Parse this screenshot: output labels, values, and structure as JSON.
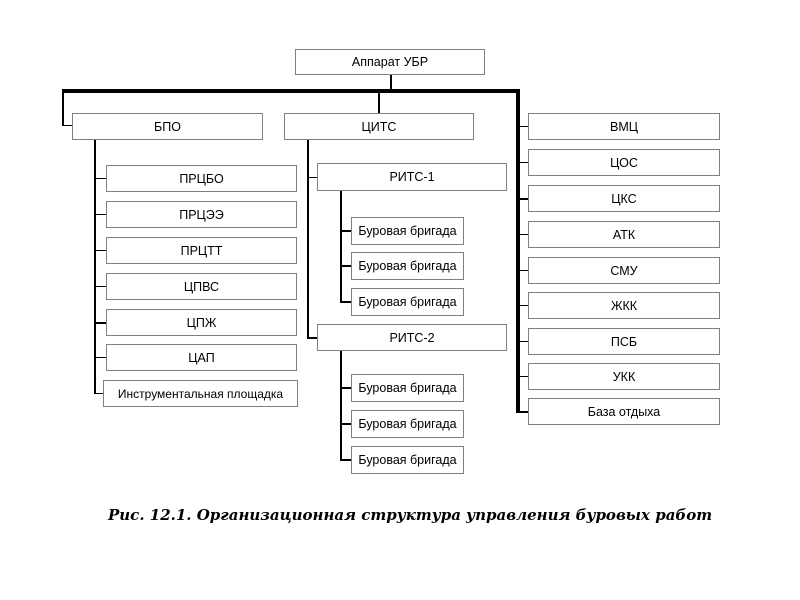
{
  "colors": {
    "background": "#ffffff",
    "box_border": "#808080",
    "connector_line": "#000000",
    "text": "#000000"
  },
  "chart": {
    "root": {
      "label": "Аппарат УБР"
    },
    "bpo": {
      "label": "БПО",
      "children": [
        "ПРЦБО",
        "ПРЦЭЭ",
        "ПРЦТТ",
        "ЦПВС",
        "ЦПЖ",
        "ЦАП",
        "Инструментальная площадка"
      ]
    },
    "cits": {
      "label": "ЦИТС",
      "rits1": {
        "label": "РИТС-1",
        "children": [
          "Буровая бригада",
          "Буровая бригада",
          "Буровая бригада"
        ]
      },
      "rits2": {
        "label": "РИТС-2",
        "children": [
          "Буровая бригада",
          "Буровая бригада",
          "Буровая бригада"
        ]
      }
    },
    "right_column": [
      "ВМЦ",
      "ЦОС",
      "ЦКС",
      "АТК",
      "СМУ",
      "ЖКК",
      "ПСБ",
      "УКК",
      "База отдыха"
    ]
  },
  "caption": "Рис. 12.1. Организационная структура управления буровых работ"
}
